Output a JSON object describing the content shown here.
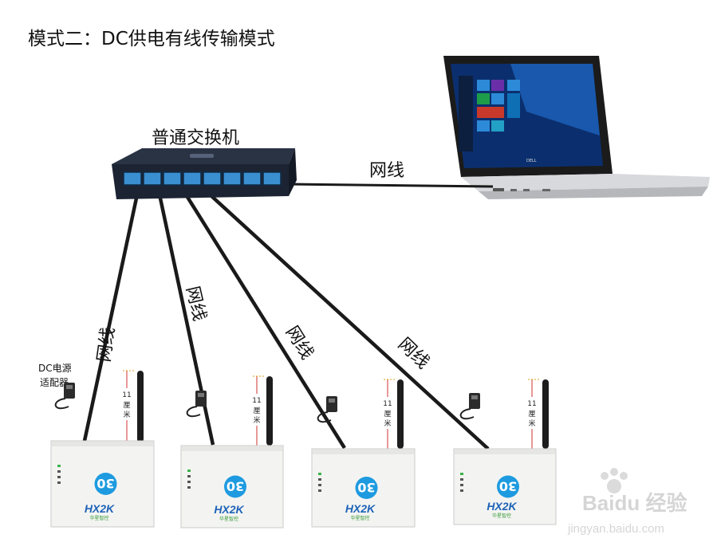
{
  "title": "模式二：DC供电有线传输模式",
  "switch": {
    "label": "普通交换机"
  },
  "laptop": {
    "cable_label": "网线",
    "screen_brand": "DELL"
  },
  "cables": [
    {
      "label": "网线"
    },
    {
      "label": "网线"
    },
    {
      "label": "网线"
    },
    {
      "label": "网线"
    }
  ],
  "adapter": {
    "label_line1": "DC电源",
    "label_line2": "适配器"
  },
  "antenna": {
    "height_value": "11",
    "height_unit_line1": "厘",
    "height_unit_line2": "米"
  },
  "devices": [
    {
      "badge": "30",
      "brand": "HX2K",
      "brand_cn": "华星智控"
    },
    {
      "badge": "30",
      "brand": "HX2K",
      "brand_cn": "华星智控"
    },
    {
      "badge": "30",
      "brand": "HX2K",
      "brand_cn": "华星智控"
    },
    {
      "badge": "30",
      "brand": "HX2K",
      "brand_cn": "华星智控"
    }
  ],
  "watermark": {
    "line1": "Baidu 经验",
    "line2": "jingyan.baidu.com"
  },
  "colors": {
    "cable": "#1a1a1a",
    "switch_body": "#1c2433",
    "port": "#3a8fd0",
    "badge": "#1e9be0",
    "device": "#f3f4f2",
    "dim_line": "#d03030"
  }
}
